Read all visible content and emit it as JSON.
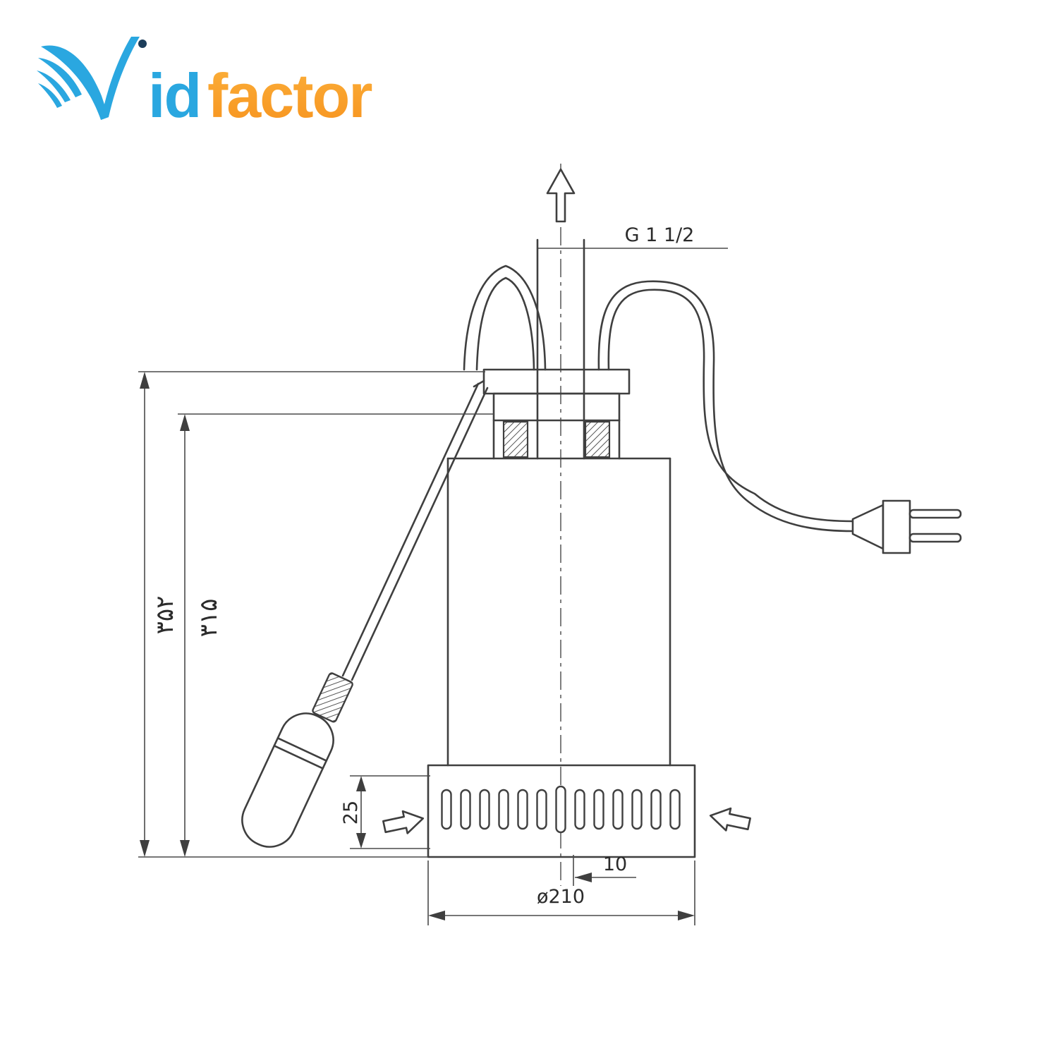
{
  "page": {
    "background": "#ffffff"
  },
  "logo": {
    "brand_blue": "#2aa7e0",
    "brand_orange": "#fbb03b",
    "brand_orange_deep": "#f7931e",
    "accent_dark": "#1c3d5a",
    "text_blue": "id",
    "text_orange": "factor"
  },
  "diagram": {
    "labels": {
      "discharge_thread": "G 1 1/2",
      "overall_height": "٣۵٢",
      "body_height": "٣١۵",
      "inlet_height": "25",
      "drain_offset": "10",
      "base_diameter": "ø210"
    }
  }
}
